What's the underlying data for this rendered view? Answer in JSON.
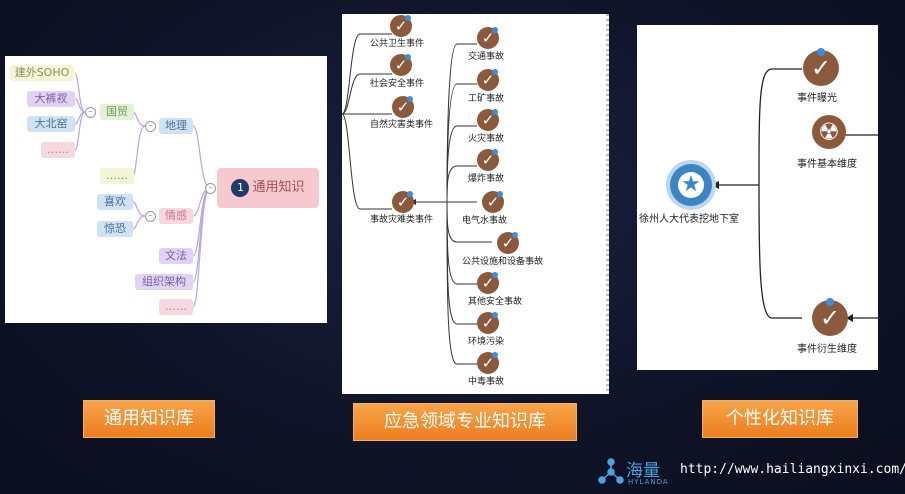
{
  "panel1": {
    "root": "通用知识",
    "root_number": "1",
    "level2": [
      "地理",
      "情感",
      "文法",
      "组织架构",
      "……"
    ],
    "level3": [
      "国贸",
      "……",
      "喜欢",
      "惊恐"
    ],
    "level4": [
      "建外SOHO",
      "大裤衩",
      "大北窑",
      "……"
    ]
  },
  "panel2": {
    "left_nodes": [
      "公共卫生事件",
      "社会安全事件",
      "自然灾害类事件",
      "事故灾难类事件"
    ],
    "right_nodes": [
      "交通事故",
      "工矿事故",
      "火灾事故",
      "爆炸事故",
      "电气水事故",
      "公共设施和设备事故",
      "其他安全事故",
      "环境污染",
      "中毒事故"
    ]
  },
  "panel3": {
    "center": "徐州人大代表挖地下室",
    "nodes": [
      "事件曝光",
      "事件基本维度",
      "事件衍生维度"
    ]
  },
  "labels": {
    "general": "通用知识库",
    "emergency": "应急领域专业知识库",
    "personal": "个性化知识库"
  },
  "footer": {
    "brand": "海量",
    "brand_en": "HYLANDA",
    "url": "http://www.hailiangxinxi.com/"
  }
}
